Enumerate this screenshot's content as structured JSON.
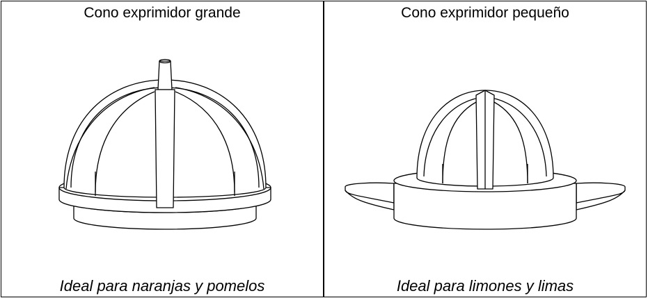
{
  "panels": [
    {
      "title": "Cono exprimidor grande",
      "caption": "Ideal para naranjas y pomelos",
      "icon": "large-juicer-cone-drawing"
    },
    {
      "title": "Cono exprimidor pequeño",
      "caption": "Ideal para limones y limas",
      "icon": "small-juicer-cone-drawing"
    }
  ],
  "colors": {
    "line": "#000000",
    "background": "#ffffff"
  }
}
